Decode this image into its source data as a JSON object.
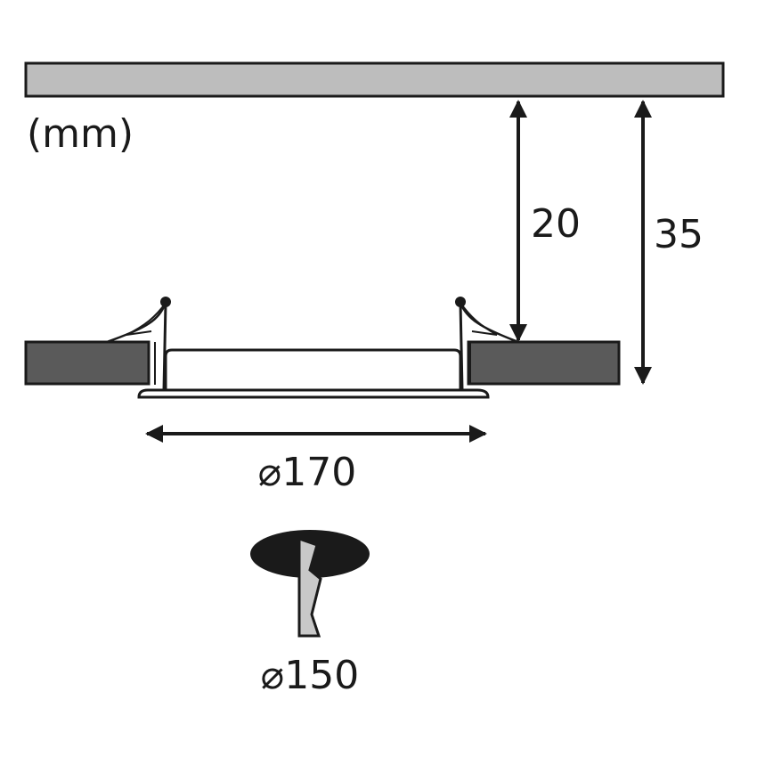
{
  "unit_label": "(mm)",
  "dimensions": {
    "ceiling_gap": "20",
    "total_depth": "35",
    "outer_diameter": "⌀170",
    "cutout_diameter": "⌀150"
  },
  "colors": {
    "ceiling": "#bdbdbd",
    "panel": "#5a5a5a",
    "stroke": "#1a1a1a",
    "cutout_fill": "#1a1a1a",
    "saw_blade": "#c8c8c8"
  },
  "icons": {
    "cutout": "hole-saw-cutout-icon"
  }
}
